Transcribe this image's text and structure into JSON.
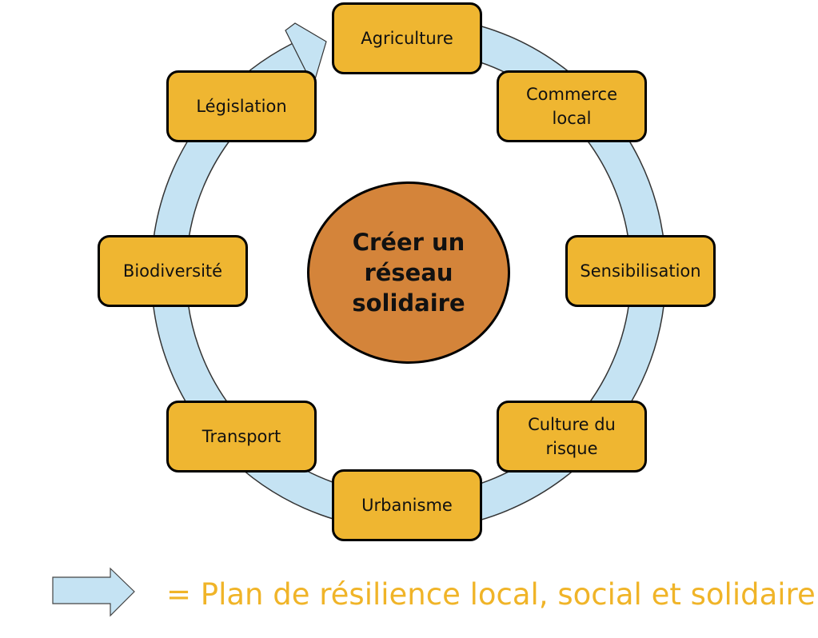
{
  "center": {
    "title": "Créer un réseau solidaire"
  },
  "nodes": [
    {
      "label": "Agriculture"
    },
    {
      "label": "Commerce local"
    },
    {
      "label": "Sensibilisation"
    },
    {
      "label": "Culture du risque"
    },
    {
      "label": "Urbanisme"
    },
    {
      "label": "Transport"
    },
    {
      "label": "Biodiversité"
    },
    {
      "label": "Législation"
    }
  ],
  "legend": {
    "text": "= Plan de résilience local, social et solidaire"
  },
  "colors": {
    "box": "#efb631",
    "center": "#d4843a",
    "arrow": "#c5e3f3",
    "legend_text": "#f0b428"
  }
}
